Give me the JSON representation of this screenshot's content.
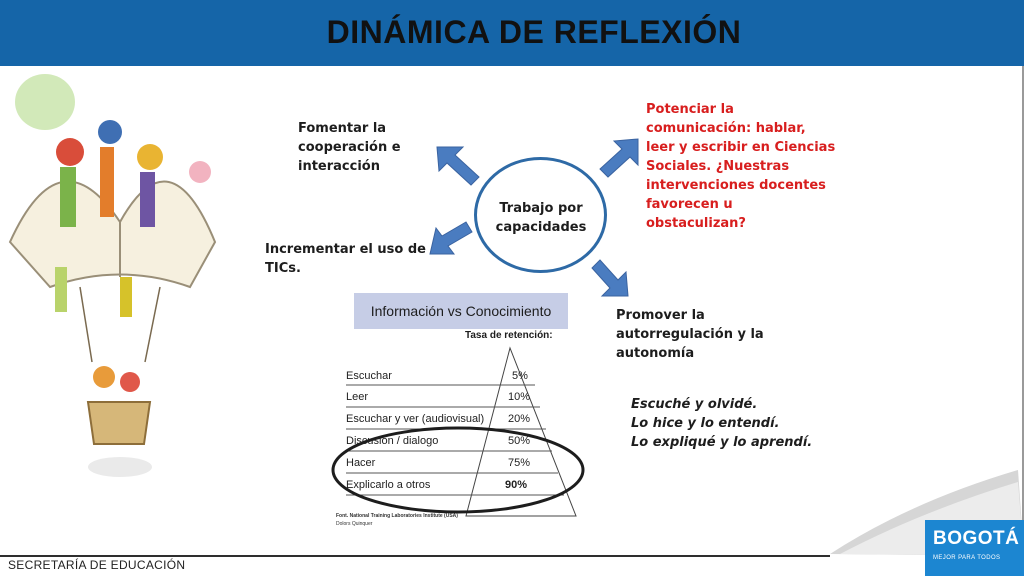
{
  "header": {
    "title": "DINÁMICA DE REFLEXIÓN"
  },
  "diagram": {
    "center": "Trabajo por capacidades",
    "items": {
      "top_left": "Fomentar la cooperación e interacción",
      "left": "Incrementar el uso de TICs.",
      "top_right": "Potenciar la comunicación: hablar, leer y escribir en Ciencias Sociales. ¿Nuestras intervenciones docentes favorecen u obstaculizan?",
      "bottom_right": "Promover la autorregulación y la autonomía"
    }
  },
  "quote": {
    "line1": "Escuché y olvidé.",
    "line2": "Lo hice y lo entendí.",
    "line3": "Lo expliqué y lo aprendí."
  },
  "pyramid": {
    "title": "Información vs Conocimiento",
    "subtitle": "Tasa de retención:",
    "rows": [
      {
        "label": "Escuchar",
        "value": "5%"
      },
      {
        "label": "Leer",
        "value": "10%"
      },
      {
        "label": "Escuchar y ver (audiovisual)",
        "value": "20%"
      },
      {
        "label": "Discusión / dialogo",
        "value": "50%"
      },
      {
        "label": "Hacer",
        "value": "75%"
      },
      {
        "label": "Explicarlo a otros",
        "value": "90%"
      }
    ],
    "source": "Font. National Training Laboratories Institute (USA)",
    "source2": "Dolors Quinquer"
  },
  "footer": {
    "org": "SECRETARÍA DE EDUCACIÓN"
  },
  "logo": {
    "main": "BOGOTÁ",
    "sub": "MEJOR PARA TODOS"
  },
  "colors": {
    "banner": "#1565a8",
    "accent_red": "#d81e1e",
    "arrow": "#4a7cc0",
    "logo": "#1c86d1"
  }
}
